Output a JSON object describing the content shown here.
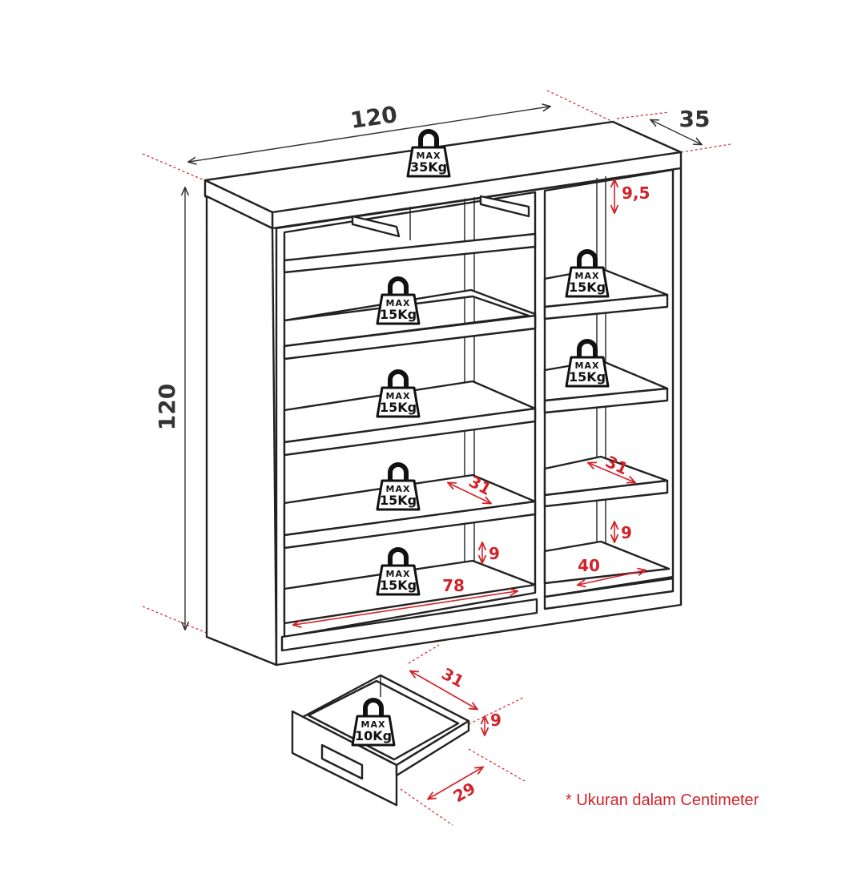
{
  "dimensions": {
    "width": "120",
    "height": "120",
    "depth": "35"
  },
  "inner_dimensions": {
    "top_gap": "9,5",
    "shelf_depth_left": "31",
    "shelf_depth_right": "31",
    "gap_left": "9",
    "gap_right": "9",
    "left_width": "78",
    "right_width": "40",
    "drawer_depth": "31",
    "drawer_height": "9",
    "drawer_width": "29"
  },
  "weights": {
    "max_label": "MAX",
    "top": "35Kg",
    "shelf": "15Kg",
    "drawer": "10Kg"
  },
  "note": "* Ukuran dalam Centimeter",
  "colors": {
    "accent": "#d2232a",
    "line": "#222222"
  }
}
